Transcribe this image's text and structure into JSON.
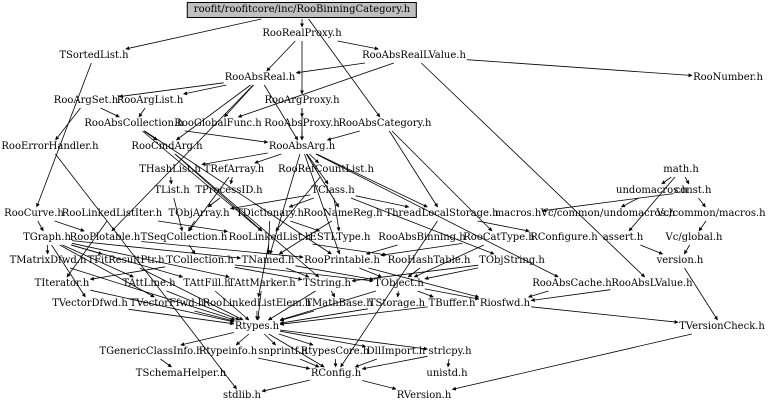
{
  "diagram": {
    "root_label": "roofit/roofitcore/inc/RooBinningCategory.h",
    "nodes": [
      "roofit/roofitcore/inc/RooBinningCategory.h",
      "RooRealProxy.h",
      "TSortedList.h",
      "RooAbsRealLValue.h",
      "RooAbsReal.h",
      "RooNumber.h",
      "RooArgSet.h",
      "RooArgList.h",
      "RooArgProxy.h",
      "RooAbsCollection.h",
      "RooGlobalFunc.h",
      "RooAbsProxy.h",
      "RooAbsCategory.h",
      "RooErrorHandler.h",
      "RooCmdArg.h",
      "RooAbsArg.h",
      "THashList.h",
      "TRefArray.h",
      "RooRefCountList.h",
      "math.h",
      "undomacros.h",
      "TList.h",
      "TProcessID.h",
      "TClass.h",
      "const.h",
      "RooCurve.h",
      "RooLinkedListIter.h",
      "TObjArray.h",
      "TDictionary.h",
      "RooNameReg.h",
      "ThreadLocalStorage.h",
      "macros.h",
      "Vc/common/undomacros.h",
      "Vc/common/macros.h",
      "TGraph.h",
      "RooPlotable.h",
      "TSeqCollection.h",
      "RooLinkedList.h",
      "ESTLType.h",
      "RooAbsBinning.h",
      "RooCatType.h",
      "RConfigure.h",
      "assert.h",
      "Vc/global.h",
      "TMatrixDfwd.h",
      "TFitResultPtr.h",
      "TCollection.h",
      "TNamed.h",
      "RooPrintable.h",
      "RooHashTable.h",
      "TObjString.h",
      "version.h",
      "TIterator.h",
      "TAttLine.h",
      "TAttFill.h",
      "TAttMarker.h",
      "TString.h",
      "TObject.h",
      "RooAbsCache.h",
      "RooAbsLValue.h",
      "TVectorDfwd.h",
      "TVectorFfwd.h",
      "RooLinkedListElem.h",
      "TMathBase.h",
      "TStorage.h",
      "TBuffer.h",
      "Riosfwd.h",
      "Rtypes.h",
      "TVersionCheck.h",
      "TGenericClassInfo.h",
      "Rtypeinfo.h",
      "snprintf.h",
      "RtypesCore.h",
      "DllImport.h",
      "strlcpy.h",
      "TSchemaHelper.h",
      "RConfig.h",
      "unistd.h",
      "stdlib.h",
      "RVersion.h"
    ],
    "edges": [
      [
        "roofit/roofitcore/inc/RooBinningCategory.h",
        "RooRealProxy.h"
      ],
      [
        "roofit/roofitcore/inc/RooBinningCategory.h",
        "TSortedList.h"
      ],
      [
        "roofit/roofitcore/inc/RooBinningCategory.h",
        "RooAbsCategory.h"
      ],
      [
        "RooRealProxy.h",
        "RooAbsRealLValue.h"
      ],
      [
        "RooRealProxy.h",
        "RooAbsReal.h"
      ],
      [
        "RooRealProxy.h",
        "RooArgProxy.h"
      ],
      [
        "TSortedList.h",
        "RooCurve.h"
      ],
      [
        "RooAbsRealLValue.h",
        "RooAbsReal.h"
      ],
      [
        "RooAbsRealLValue.h",
        "RooNumber.h"
      ],
      [
        "RooAbsRealLValue.h",
        "RooAbsLValue.h"
      ],
      [
        "RooAbsRealLValue.h",
        "RooGlobalFunc.h"
      ],
      [
        "RooAbsReal.h",
        "RooArgSet.h"
      ],
      [
        "RooAbsReal.h",
        "RooArgList.h"
      ],
      [
        "RooAbsReal.h",
        "RooAbsArg.h"
      ],
      [
        "RooAbsReal.h",
        "RooCmdArg.h"
      ],
      [
        "RooAbsReal.h",
        "RooGlobalFunc.h"
      ],
      [
        "RooAbsReal.h",
        "RooPlotable.h"
      ],
      [
        "RooArgSet.h",
        "RooAbsCollection.h"
      ],
      [
        "RooArgSet.h",
        "RooErrorHandler.h"
      ],
      [
        "RooArgList.h",
        "RooAbsCollection.h"
      ],
      [
        "RooArgProxy.h",
        "RooAbsProxy.h"
      ],
      [
        "RooArgProxy.h",
        "RooAbsArg.h"
      ],
      [
        "RooAbsCollection.h",
        "RooAbsArg.h"
      ],
      [
        "RooAbsCollection.h",
        "RooCmdArg.h"
      ],
      [
        "RooAbsCollection.h",
        "RooLinkedList.h"
      ],
      [
        "RooAbsCollection.h",
        "RooPrintable.h"
      ],
      [
        "RooAbsProxy.h",
        "RooAbsArg.h"
      ],
      [
        "RooAbsCategory.h",
        "RooAbsArg.h"
      ],
      [
        "RooAbsCategory.h",
        "RooCatType.h"
      ],
      [
        "RooAbsCategory.h",
        "ThreadLocalStorage.h"
      ],
      [
        "RooErrorHandler.h",
        "stdlib.h"
      ],
      [
        "RooCmdArg.h",
        "RooLinkedList.h"
      ],
      [
        "RooCmdArg.h",
        "TString.h"
      ],
      [
        "RooAbsArg.h",
        "THashList.h"
      ],
      [
        "RooAbsArg.h",
        "TRefArray.h"
      ],
      [
        "RooAbsArg.h",
        "RooRefCountList.h"
      ],
      [
        "RooAbsArg.h",
        "TClass.h"
      ],
      [
        "RooAbsArg.h",
        "RooNameReg.h"
      ],
      [
        "RooAbsArg.h",
        "ThreadLocalStorage.h"
      ],
      [
        "RooAbsArg.h",
        "RooAbsCache.h"
      ],
      [
        "RooAbsArg.h",
        "RooPrintable.h"
      ],
      [
        "RooAbsArg.h",
        "TNamed.h"
      ],
      [
        "THashList.h",
        "TList.h"
      ],
      [
        "TRefArray.h",
        "TProcessID.h"
      ],
      [
        "TRefArray.h",
        "TSeqCollection.h"
      ],
      [
        "RooRefCountList.h",
        "RooLinkedList.h"
      ],
      [
        "TClass.h",
        "TDictionary.h"
      ],
      [
        "TClass.h",
        "TObjArray.h"
      ],
      [
        "TClass.h",
        "TObjString.h"
      ],
      [
        "TClass.h",
        "ThreadLocalStorage.h"
      ],
      [
        "TClass.h",
        "ESTLType.h"
      ],
      [
        "math.h",
        "undomacros.h"
      ],
      [
        "math.h",
        "const.h"
      ],
      [
        "math.h",
        "assert.h"
      ],
      [
        "undomacros.h",
        "Vc/common/undomacros.h"
      ],
      [
        "const.h",
        "macros.h"
      ],
      [
        "const.h",
        "Vc/common/macros.h"
      ],
      [
        "Vc/common/macros.h",
        "Vc/global.h"
      ],
      [
        "TList.h",
        "TSeqCollection.h"
      ],
      [
        "TProcessID.h",
        "TObjArray.h"
      ],
      [
        "RooCurve.h",
        "TGraph.h"
      ],
      [
        "RooCurve.h",
        "RooPlotable.h"
      ],
      [
        "RooLinkedListIter.h",
        "TIterator.h"
      ],
      [
        "RooLinkedListIter.h",
        "RooLinkedList.h"
      ],
      [
        "TObjArray.h",
        "TSeqCollection.h"
      ],
      [
        "TDictionary.h",
        "TNamed.h"
      ],
      [
        "TDictionary.h",
        "ESTLType.h"
      ],
      [
        "RooNameReg.h",
        "TNamed.h"
      ],
      [
        "ThreadLocalStorage.h",
        "RConfigure.h"
      ],
      [
        "ThreadLocalStorage.h",
        "RConfig.h"
      ],
      [
        "TGraph.h",
        "TNamed.h"
      ],
      [
        "TGraph.h",
        "TAttLine.h"
      ],
      [
        "TGraph.h",
        "TAttFill.h"
      ],
      [
        "TGraph.h",
        "TAttMarker.h"
      ],
      [
        "TGraph.h",
        "TVectorFfwd.h"
      ],
      [
        "TGraph.h",
        "TVectorDfwd.h"
      ],
      [
        "TGraph.h",
        "TFitResultPtr.h"
      ],
      [
        "TGraph.h",
        "TMatrixDfwd.h"
      ],
      [
        "RooPlotable.h",
        "RooPrintable.h"
      ],
      [
        "TSeqCollection.h",
        "TCollection.h"
      ],
      [
        "RooLinkedList.h",
        "RooLinkedListElem.h"
      ],
      [
        "RooLinkedList.h",
        "RooHashTable.h"
      ],
      [
        "RooAbsBinning.h",
        "RooPrintable.h"
      ],
      [
        "RooCatType.h",
        "TObject.h"
      ],
      [
        "RooCatType.h",
        "RooPrintable.h"
      ],
      [
        "Vc/global.h",
        "version.h"
      ],
      [
        "assert.h",
        "version.h"
      ],
      [
        "TMatrixDfwd.h",
        "Rtypes.h"
      ],
      [
        "TFitResultPtr.h",
        "Rtypes.h"
      ],
      [
        "TCollection.h",
        "TIterator.h"
      ],
      [
        "TCollection.h",
        "TString.h"
      ],
      [
        "TCollection.h",
        "TObject.h"
      ],
      [
        "TNamed.h",
        "TString.h"
      ],
      [
        "TNamed.h",
        "TObject.h"
      ],
      [
        "RooPrintable.h",
        "TObject.h"
      ],
      [
        "RooPrintable.h",
        "Riosfwd.h"
      ],
      [
        "RooHashTable.h",
        "TObject.h"
      ],
      [
        "TObjString.h",
        "TString.h"
      ],
      [
        "TObjString.h",
        "TObject.h"
      ],
      [
        "version.h",
        "TVersionCheck.h"
      ],
      [
        "TIterator.h",
        "Rtypes.h"
      ],
      [
        "TAttLine.h",
        "Rtypes.h"
      ],
      [
        "TAttFill.h",
        "Rtypes.h"
      ],
      [
        "TAttMarker.h",
        "Rtypes.h"
      ],
      [
        "TString.h",
        "TMathBase.h"
      ],
      [
        "TString.h",
        "Rtypes.h"
      ],
      [
        "TObject.h",
        "TStorage.h"
      ],
      [
        "TObject.h",
        "TBuffer.h"
      ],
      [
        "TObject.h",
        "Riosfwd.h"
      ],
      [
        "TObject.h",
        "Rtypes.h"
      ],
      [
        "RooAbsCache.h",
        "Riosfwd.h"
      ],
      [
        "RooAbsLValue.h",
        "Riosfwd.h"
      ],
      [
        "TVectorDfwd.h",
        "Rtypes.h"
      ],
      [
        "TVectorFfwd.h",
        "Rtypes.h"
      ],
      [
        "RooLinkedListElem.h",
        "Rtypes.h"
      ],
      [
        "TMathBase.h",
        "Rtypes.h"
      ],
      [
        "TStorage.h",
        "Rtypes.h"
      ],
      [
        "TBuffer.h",
        "Rtypes.h"
      ],
      [
        "Riosfwd.h",
        "TVersionCheck.h"
      ],
      [
        "Rtypes.h",
        "TGenericClassInfo.h"
      ],
      [
        "Rtypes.h",
        "Rtypeinfo.h"
      ],
      [
        "Rtypes.h",
        "snprintf.h"
      ],
      [
        "Rtypes.h",
        "RtypesCore.h"
      ],
      [
        "Rtypes.h",
        "DllImport.h"
      ],
      [
        "Rtypes.h",
        "strlcpy.h"
      ],
      [
        "Rtypes.h",
        "RConfig.h"
      ],
      [
        "TVersionCheck.h",
        "RVersion.h"
      ],
      [
        "TGenericClassInfo.h",
        "TSchemaHelper.h"
      ],
      [
        "Rtypeinfo.h",
        "RConfig.h"
      ],
      [
        "snprintf.h",
        "RConfig.h"
      ],
      [
        "RtypesCore.h",
        "RConfig.h"
      ],
      [
        "DllImport.h",
        "RConfig.h"
      ],
      [
        "strlcpy.h",
        "RConfig.h"
      ],
      [
        "strlcpy.h",
        "unistd.h"
      ],
      [
        "RConfig.h",
        "RVersion.h"
      ],
      [
        "RConfig.h",
        "stdlib.h"
      ]
    ]
  }
}
